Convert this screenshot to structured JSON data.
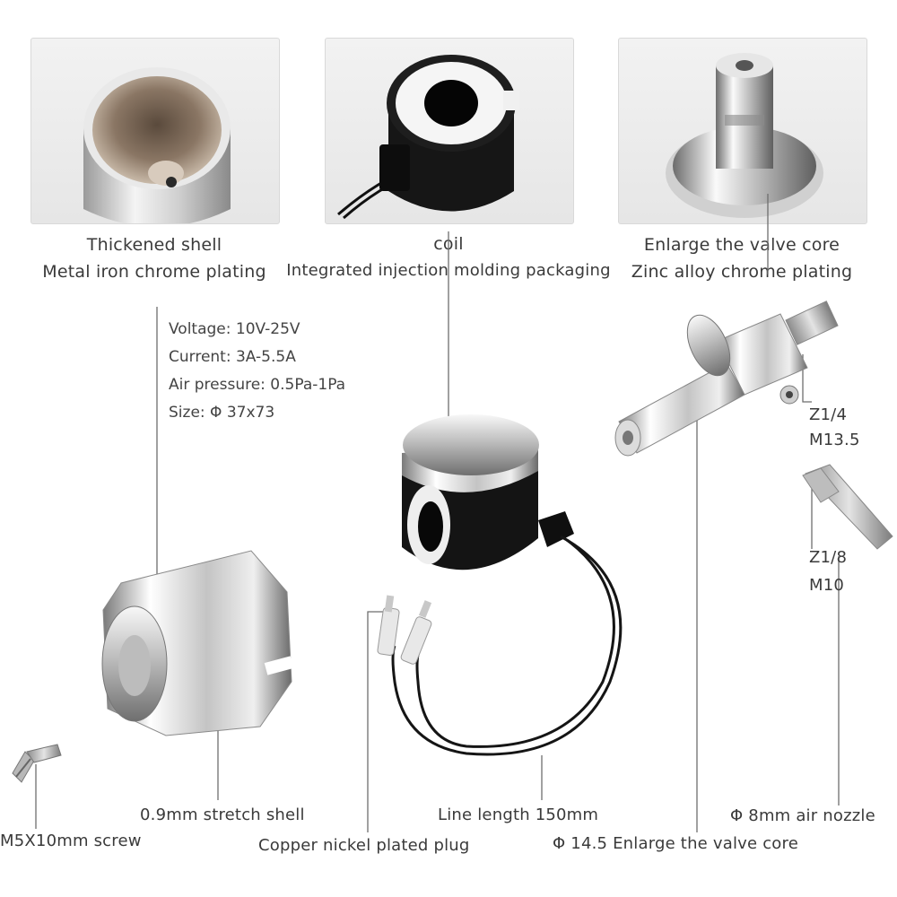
{
  "panels": [
    {
      "caption_line1": "Thickened shell",
      "caption_line2": "Metal iron chrome plating"
    },
    {
      "caption_line1": "coil",
      "caption_line2": "Integrated injection molding packaging"
    },
    {
      "caption_line1": "Enlarge the valve core",
      "caption_line2": "Zinc alloy chrome plating"
    }
  ],
  "specs": {
    "voltage": "Voltage: 10V-25V",
    "current": "Current: 3A-5.5A",
    "air_pressure": "Air pressure: 0.5Pa-1Pa",
    "size": "Size: Φ 37x73"
  },
  "parts": {
    "valve_thread_line1": "Z1/4",
    "valve_thread_line2": "M13.5",
    "nozzle_thread_line1": "Z1/8",
    "nozzle_thread_line2": "M10",
    "shell": "0.9mm stretch shell",
    "screw": "M5X10mm screw",
    "line_length": "Line length 150mm",
    "plug": "Copper nickel plated plug",
    "valve_core": "Φ 14.5 Enlarge the valve core",
    "air_nozzle": "Φ 8mm air nozzle"
  }
}
